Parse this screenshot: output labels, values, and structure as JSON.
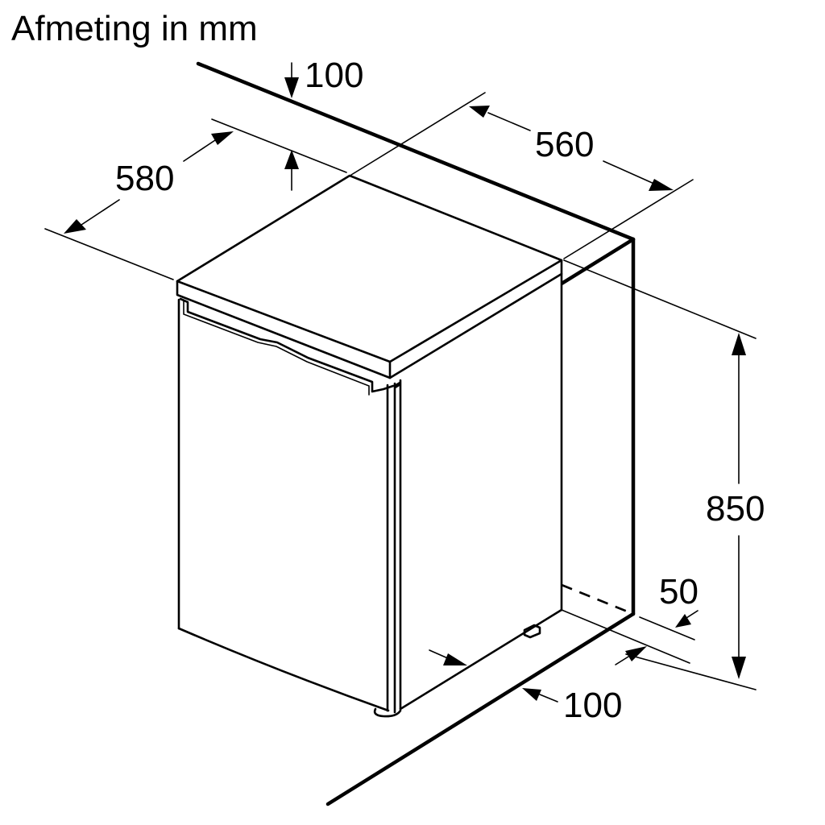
{
  "title": "Afmeting in mm",
  "units": "mm",
  "colors": {
    "background": "#ffffff",
    "line": "#000000"
  },
  "dimensions": {
    "top_clearance": "100",
    "appliance_depth": "580",
    "niche_width": "560",
    "niche_height": "850",
    "rear_ventilation_gap": "50",
    "base_clearance": "100"
  }
}
